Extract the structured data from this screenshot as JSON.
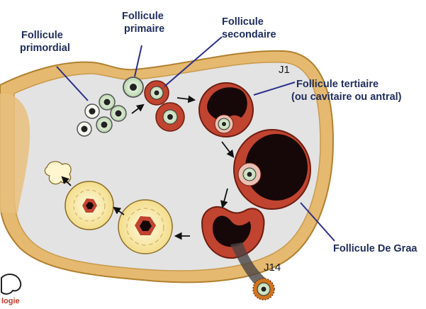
{
  "labels": {
    "primordial_l1": "Follicule",
    "primordial_l2": "primordial",
    "primaire_l1": "Follicule",
    "primaire_l2": "primaire",
    "secondaire_l1": "Follicule",
    "secondaire_l2": "secondaire",
    "tertiaire_l1": "Follicule tertiaire",
    "tertiaire_l2": "(ou cavitaire ou antral)",
    "degraaf": "Follicule De Graa",
    "day_start": "J1",
    "day_ovulation": "J14"
  },
  "logo": {
    "text": "logie"
  },
  "colors": {
    "label_text": "#1f2c5c",
    "pointer_line": "#2c2f8a",
    "ovary_capsule": "#e5b96f",
    "ovary_stroma": "#e3e3e3",
    "granulosa_red": "#c0442f",
    "antrum": "#160808",
    "oocyte": "#cfe3c6",
    "corpus_luteum": "#fff3b8"
  }
}
